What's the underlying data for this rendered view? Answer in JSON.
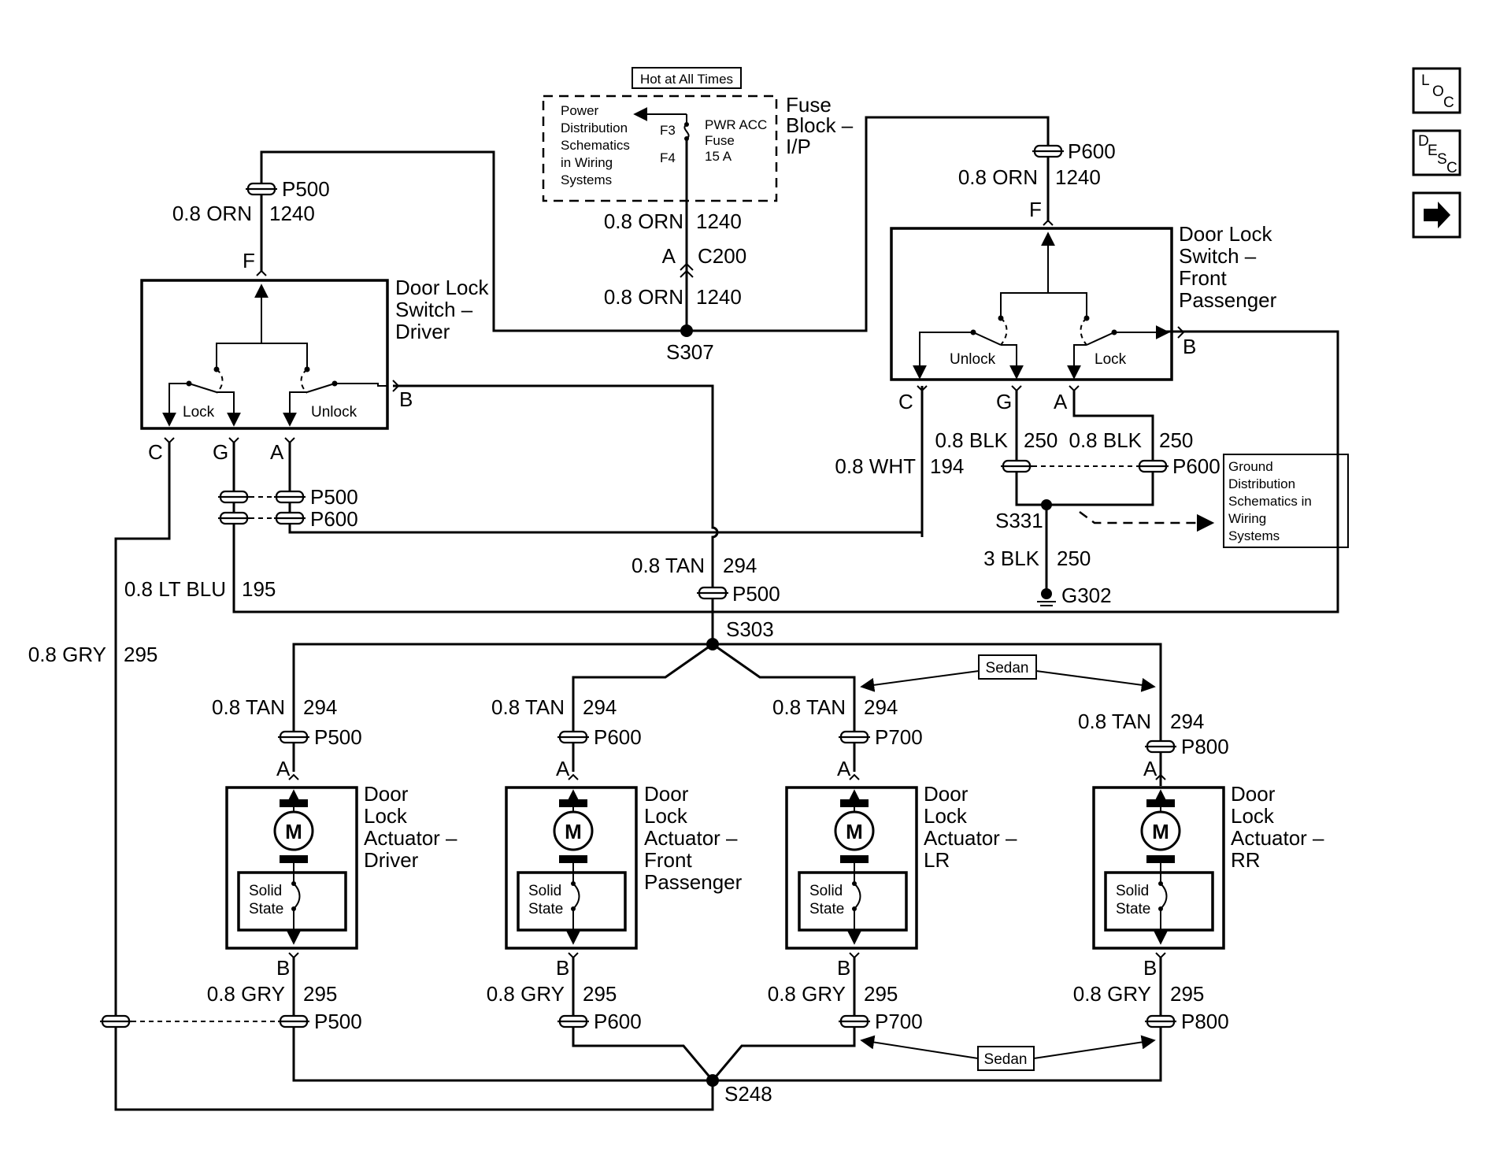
{
  "header": {
    "hot": "Hot at All Times"
  },
  "fuse_block": {
    "box_lines": [
      "Power",
      "Distribution",
      "Schematics",
      "in Wiring",
      "Systems"
    ],
    "f3": "F3",
    "f4": "F4",
    "fuse_lines": [
      "PWR ACC",
      "Fuse",
      "15 A"
    ],
    "title_lines": [
      "Fuse",
      "Block –",
      "I/P"
    ]
  },
  "wires": {
    "orn": "0.8 ORN",
    "orn_circ": "1240",
    "tan": "0.8 TAN",
    "tan_circ": "294",
    "gry": "0.8 GRY",
    "gry_circ": "295",
    "ltblu": "0.8 LT BLU",
    "ltblu_circ": "195",
    "wht": "0.8 WHT",
    "wht_circ": "194",
    "blk": "0.8 BLK",
    "blk_circ": "250",
    "blk3": "3 BLK",
    "blk3_circ": "250"
  },
  "connectors": {
    "p500": "P500",
    "p600": "P600",
    "p700": "P700",
    "p800": "P800",
    "c200": "C200"
  },
  "splices": {
    "s307": "S307",
    "s303": "S303",
    "s331": "S331",
    "s248": "S248",
    "g302": "G302"
  },
  "pins": {
    "a": "A",
    "b": "B",
    "c": "C",
    "f": "F",
    "g": "G"
  },
  "driver_switch": {
    "title_lines": [
      "Door Lock",
      "Switch –",
      "Driver"
    ],
    "lock": "Lock",
    "unlock": "Unlock"
  },
  "pass_switch": {
    "title_lines": [
      "Door Lock",
      "Switch –",
      "Front",
      "Passenger"
    ],
    "unlock": "Unlock",
    "lock": "Lock"
  },
  "ground_box": {
    "lines": [
      "Ground",
      "Distribution",
      "Schematics in",
      "Wiring",
      "Systems"
    ]
  },
  "sedan": "Sedan",
  "actuators": [
    {
      "title_lines": [
        "Door",
        "Lock",
        "Actuator –",
        "Driver"
      ],
      "motor": "M",
      "solid": [
        "Solid",
        "State"
      ]
    },
    {
      "title_lines": [
        "Door",
        "Lock",
        "Actuator –",
        "Front",
        "Passenger"
      ],
      "motor": "M",
      "solid": [
        "Solid",
        "State"
      ]
    },
    {
      "title_lines": [
        "Door",
        "Lock",
        "Actuator –",
        "LR"
      ],
      "motor": "M",
      "solid": [
        "Solid",
        "State"
      ]
    },
    {
      "title_lines": [
        "Door",
        "Lock",
        "Actuator –",
        "RR"
      ],
      "motor": "M",
      "solid": [
        "Solid",
        "State"
      ]
    }
  ],
  "nav": {
    "loc": {
      "l1": "L",
      "l2": "O",
      "l3": "C",
      "icon": "location-icon"
    },
    "desc": {
      "l1": "D",
      "l2": "E",
      "l3": "S",
      "l4": "C",
      "icon": "description-icon"
    },
    "next": {
      "icon": "arrow-right-icon"
    }
  }
}
